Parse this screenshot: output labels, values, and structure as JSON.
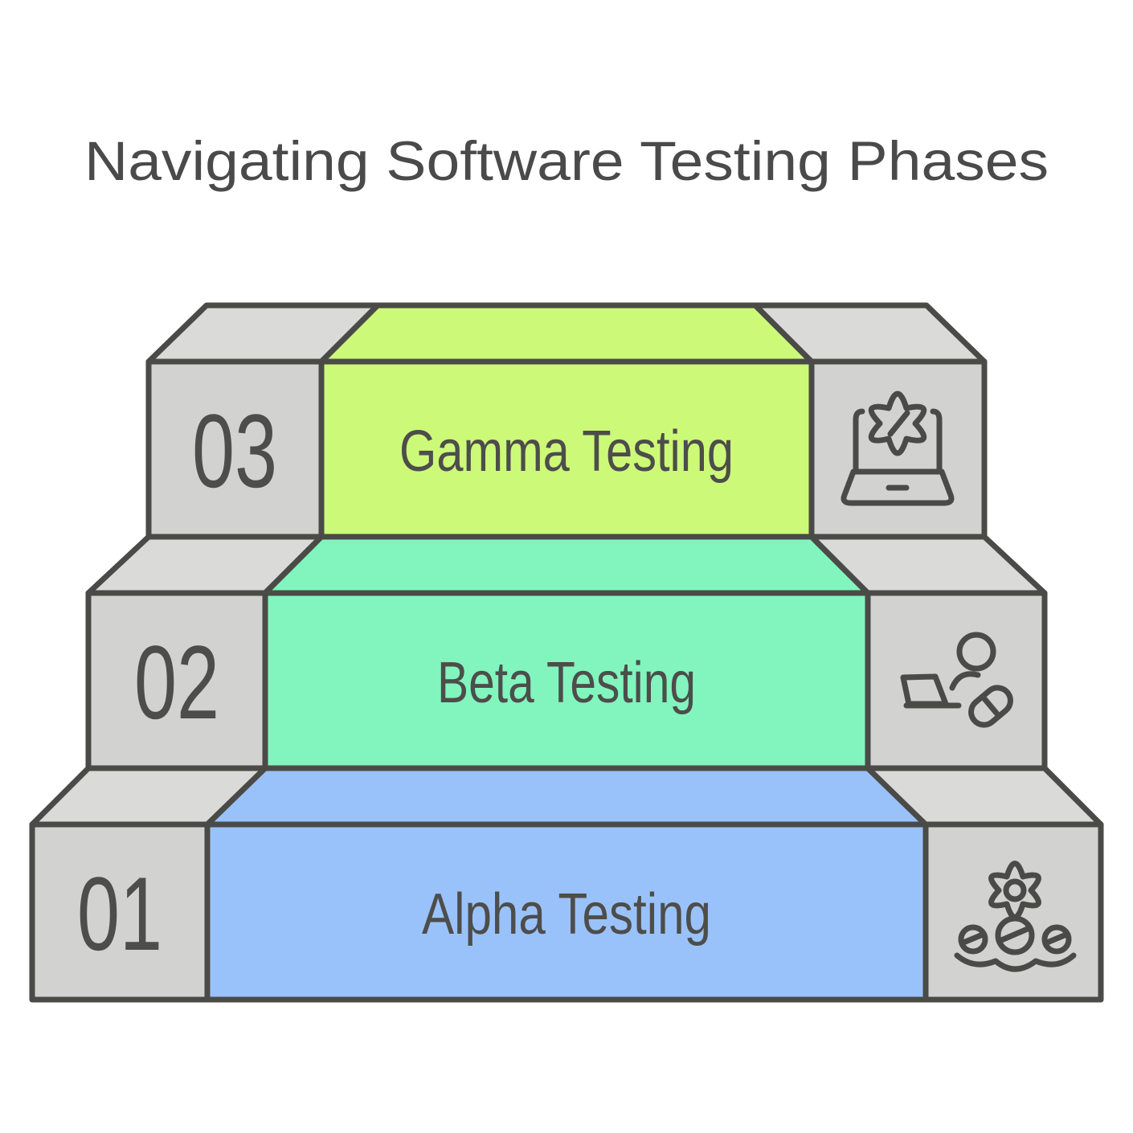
{
  "title": "Navigating Software Testing Phases",
  "colors": {
    "background": "#FFFFFF",
    "stroke": "#4A4A47",
    "text": "#4D4D4B",
    "title-text": "#4A4A4A",
    "face-gray": "#D2D2D1",
    "top-gray": "#DADAD8",
    "gamma": "#CDF978",
    "beta": "#81F5BD",
    "alpha": "#9AC2FA"
  },
  "steps": [
    {
      "number": "03",
      "label": "Gamma Testing",
      "color": "#CDF978",
      "icon": "laptop-gear-icon"
    },
    {
      "number": "02",
      "label": "Beta Testing",
      "color": "#81F5BD",
      "icon": "user-laptop-icon"
    },
    {
      "number": "01",
      "label": "Alpha Testing",
      "color": "#9AC2FA",
      "icon": "team-gear-icon"
    }
  ]
}
